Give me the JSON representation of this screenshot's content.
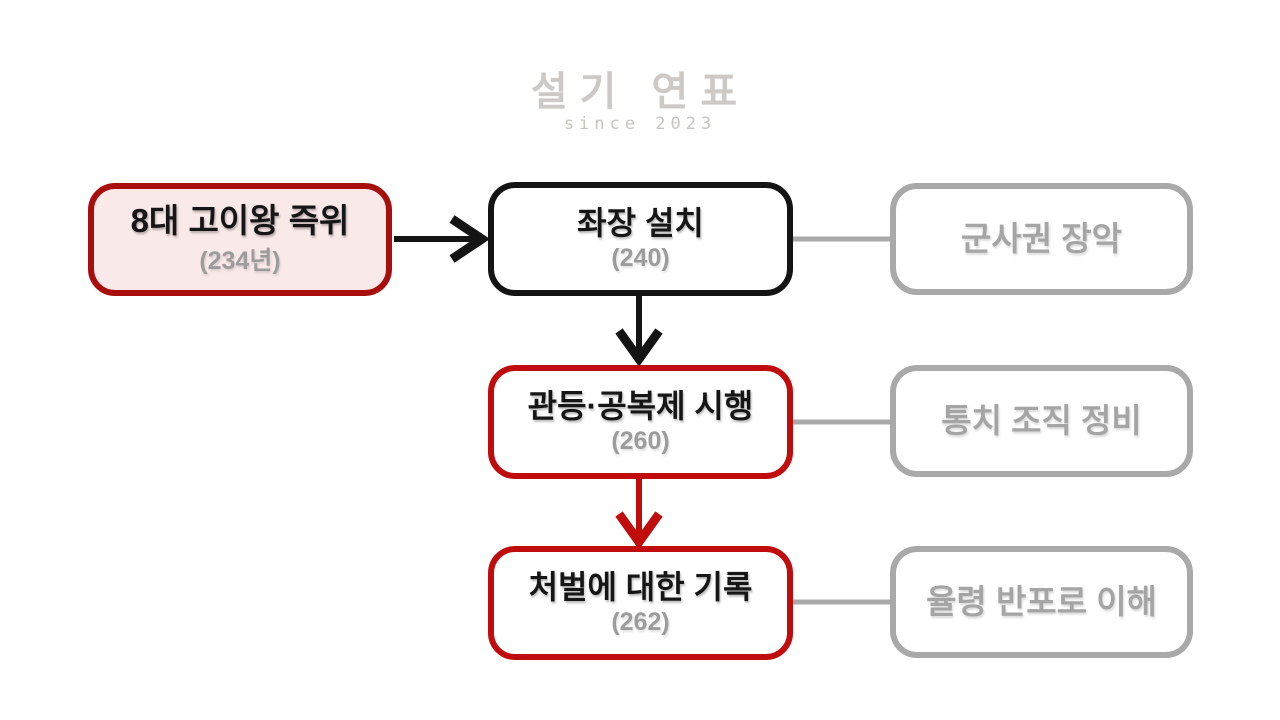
{
  "watermark": {
    "title": "설기 연표",
    "subtitle": "since 2023"
  },
  "colors": {
    "start_border": "#a90e0e",
    "start_fill": "#fae9e9",
    "event_red": "#c00c0c",
    "event_black": "#141414",
    "note_gray": "#a9a9a9",
    "year_gray": "#9c9c9c",
    "background": "#ffffff"
  },
  "flow": {
    "start": {
      "title": "8대 고이왕 즉위",
      "year": "(234년)"
    },
    "events": [
      {
        "title": "좌장 설치",
        "year": "(240)",
        "note": "군사권 장악"
      },
      {
        "title": "관등·공복제 시행",
        "year": "(260)",
        "note": "통치 조직 정비"
      },
      {
        "title": "처벌에 대한 기록",
        "year": "(262)",
        "note": "율령 반포로 이해"
      }
    ]
  }
}
